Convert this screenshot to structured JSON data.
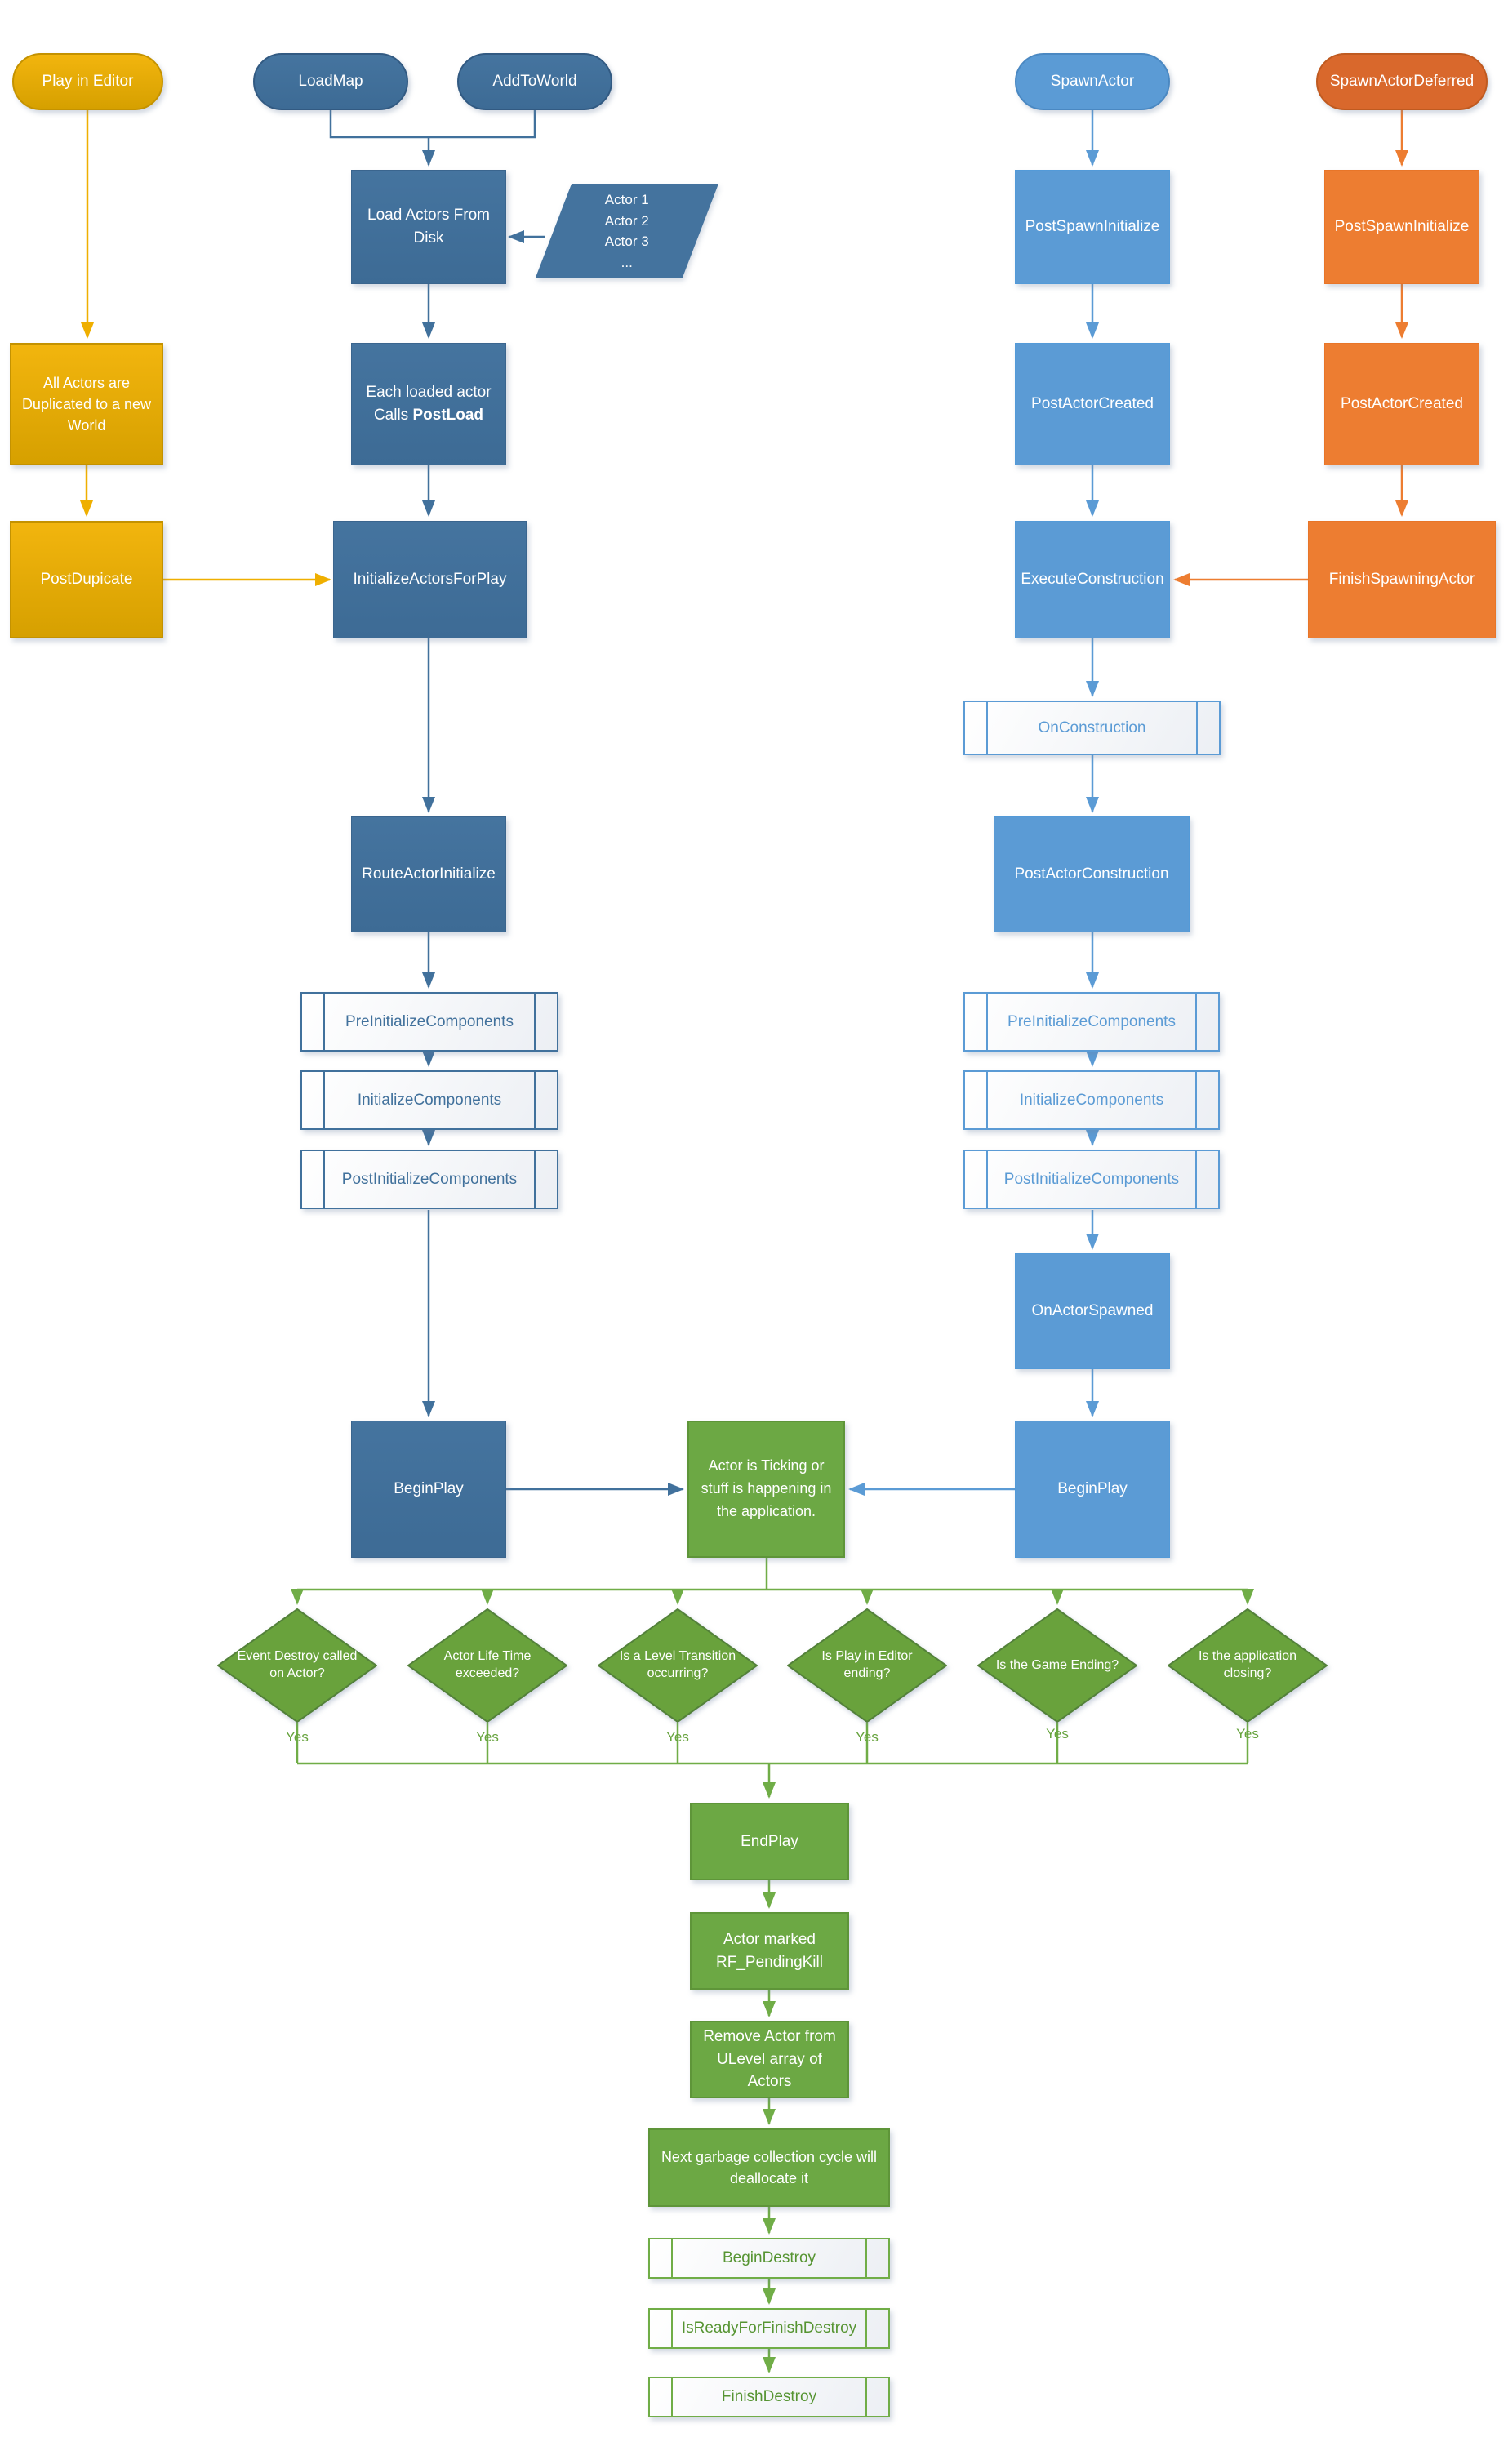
{
  "palette": {
    "dark_blue": "#41719C",
    "light_blue": "#5B9BD5",
    "orange": "#ED7D31",
    "gold": "#EFAF00",
    "green": "#70AD47"
  },
  "pills": {
    "play_in_editor": "Play in Editor",
    "load_map": "LoadMap",
    "add_to_world": "AddToWorld",
    "spawn_actor": "SpawnActor",
    "spawn_actor_deferred": "SpawnActorDeferred"
  },
  "editor_column": {
    "all_actors_duplicated": "All Actors are Duplicated to a new World",
    "post_dupicate": "PostDupicate"
  },
  "left_column": {
    "load_actors_from_disk": "Load Actors From Disk",
    "actor_list": [
      "Actor 1",
      "Actor 2",
      "Actor 3",
      "..."
    ],
    "each_loaded_line1": "Each loaded actor",
    "each_loaded_line2_prefix": "Calls ",
    "each_loaded_line2_bold": "PostLoad",
    "initialize_actors_for_play": "InitializeActorsForPlay",
    "route_actor_initialize": "RouteActorInitialize",
    "begin_play": "BeginPlay"
  },
  "spawn_column": {
    "post_spawn_initialize": "PostSpawnInitialize",
    "post_actor_created": "PostActorCreated",
    "execute_construction": "ExecuteConstruction",
    "on_construction": "OnConstruction",
    "post_actor_construction": "PostActorConstruction",
    "on_actor_spawned": "OnActorSpawned",
    "begin_play": "BeginPlay"
  },
  "deferred_column": {
    "post_spawn_initialize": "PostSpawnInitialize",
    "post_actor_created": "PostActorCreated",
    "finish_spawning_actor": "FinishSpawningActor"
  },
  "components": {
    "pre_initialize_components": "PreInitializeComponents",
    "initialize_components": "InitializeComponents",
    "post_initialize_components": "PostInitializeComponents"
  },
  "ticking": {
    "actor_ticking": "Actor is Ticking or stuff is happening in the application."
  },
  "decisions": {
    "event_destroy": "Event Destroy called on Actor?",
    "life_time": "Actor Life Time exceeded?",
    "level_transition": "Is a Level Transition occurring?",
    "pie_ending": "Is Play in Editor ending?",
    "game_ending": "Is the Game Ending?",
    "app_closing": "Is the application closing?",
    "yes": "Yes"
  },
  "destroy_chain": {
    "end_play": "EndPlay",
    "actor_marked": "Actor marked RF_PendingKill",
    "remove_actor": "Remove Actor from ULevel array of Actors",
    "garbage": "Next garbage collection cycle will deallocate it",
    "begin_destroy": "BeginDestroy",
    "is_ready_for_finish_destroy": "IsReadyForFinishDestroy",
    "finish_destroy": "FinishDestroy"
  }
}
